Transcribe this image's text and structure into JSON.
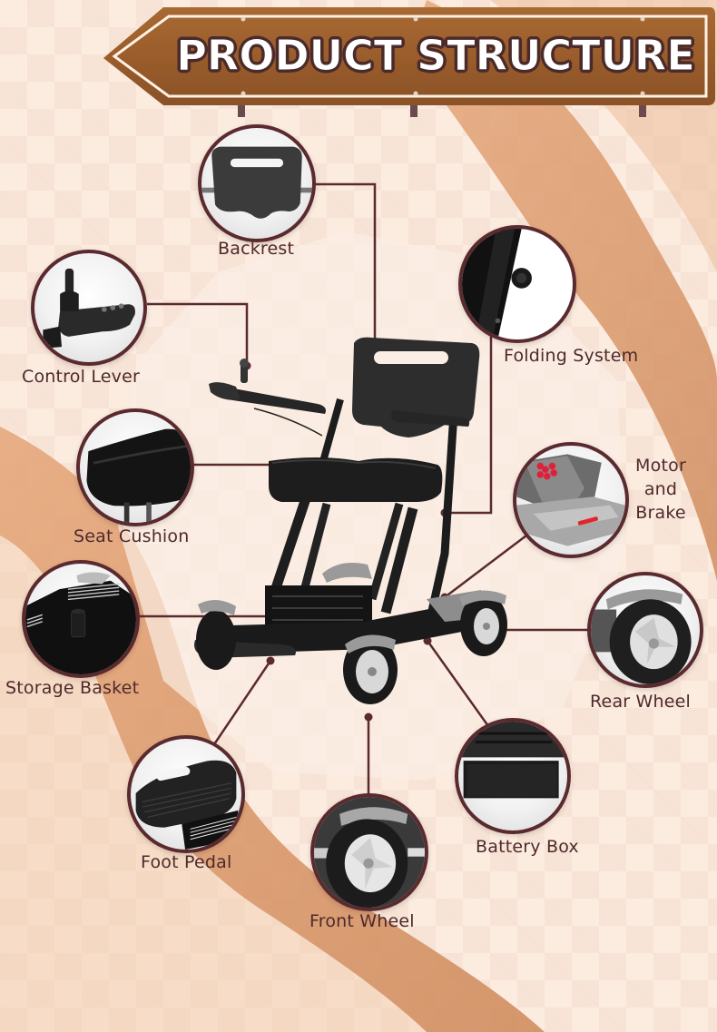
{
  "header": {
    "title": "PRODUCT STRUCTURE",
    "sign_icon": "left-arrow-signboard"
  },
  "colors": {
    "background": "#fcebdf",
    "accent_band": "#d99a6c",
    "sign_brown": "#9a5f2c",
    "line_color": "#5a2a2e",
    "label_color": "#4e2a2c"
  },
  "product": {
    "name": "folding electric wheelchair",
    "image_icon": "wheelchair-icon"
  },
  "callouts": [
    {
      "id": "backrest",
      "label": "Backrest",
      "icon": "backrest-icon"
    },
    {
      "id": "control-lever",
      "label": "Control Lever",
      "icon": "joystick-icon"
    },
    {
      "id": "folding-system",
      "label": "Folding System",
      "icon": "folding-knob-icon"
    },
    {
      "id": "seat-cushion",
      "label": "Seat Cushion",
      "icon": "seat-cushion-icon"
    },
    {
      "id": "motor-brake",
      "label_lines": [
        "Motor",
        "and",
        "Brake"
      ],
      "icon": "motor-brake-icon"
    },
    {
      "id": "storage-basket",
      "label": "Storage Basket",
      "icon": "basket-icon"
    },
    {
      "id": "rear-wheel",
      "label": "Rear Wheel",
      "icon": "rear-wheel-icon"
    },
    {
      "id": "foot-pedal",
      "label": "Foot Pedal",
      "icon": "foot-pedal-icon"
    },
    {
      "id": "battery-box",
      "label": "Battery Box",
      "icon": "battery-box-icon"
    },
    {
      "id": "front-wheel",
      "label": "Front Wheel",
      "icon": "front-wheel-icon"
    }
  ]
}
